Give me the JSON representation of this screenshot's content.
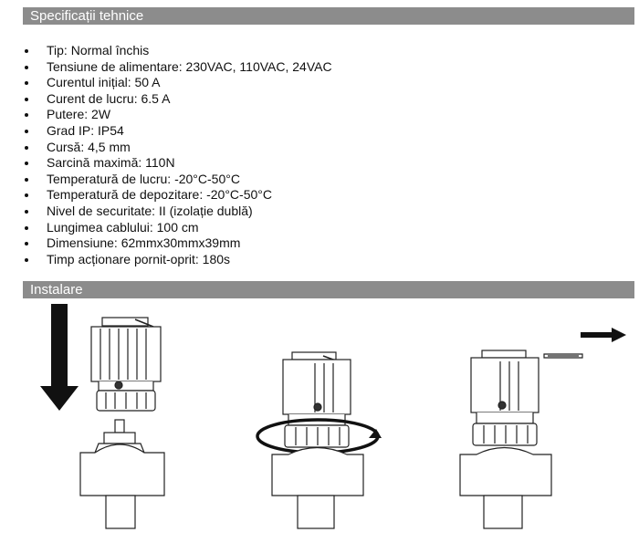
{
  "spec_title": "Specificații tehnice",
  "specs": [
    "Tip: Normal închis",
    "Tensiune de alimentare: 230VAC, 110VAC, 24VAC",
    "Curentul inițial: 50 A",
    "Curent de lucru: 6.5 A",
    "Putere: 2W",
    "Grad IP: IP54",
    "Cursă: 4,5 mm",
    "Sarcină maximă: 110N",
    "Temperatură de lucru: -20°C-50°C",
    "Temperatură de depozitare: -20°C-50°C",
    "Nivel de securitate: II (izolație dublă)",
    "Lungimea cablului: 100 cm",
    "Dimensiune: 62mmx30mmx39mm",
    "Timp acționare pornit-oprit: 180s"
  ],
  "install_title": "Instalare",
  "figures": [
    {
      "name": "mount-step",
      "icon": "down-arrow-icon"
    },
    {
      "name": "rotate-step",
      "icon": "rotation-arrow-icon"
    },
    {
      "name": "remove-clip-step",
      "icon": "right-arrow-icon"
    }
  ],
  "colors": {
    "bar": "#8c8c8c",
    "bar_text": "#ffffff",
    "line": "#222222"
  }
}
